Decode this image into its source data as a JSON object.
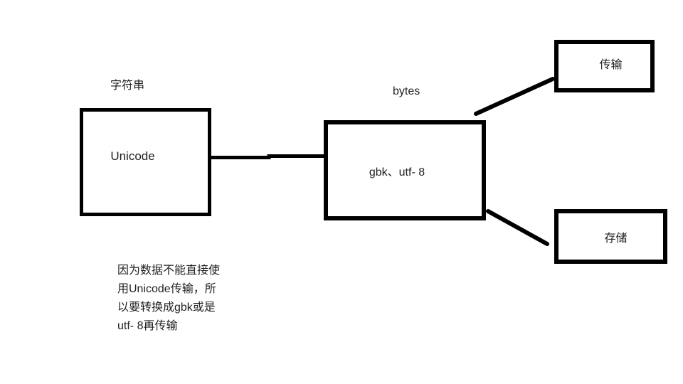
{
  "diagram": {
    "captions": {
      "string": "字符串",
      "bytes": "bytes"
    },
    "boxes": {
      "unicode": "Unicode",
      "encodings": "gbk、utf- 8",
      "transmit": "传输",
      "store": "存储"
    },
    "note_lines": [
      "因为数据不能直接使",
      "用Unicode传输，所",
      "以要转换成gbk或是",
      "utf- 8再传输"
    ],
    "colors": {
      "stroke": "#000000",
      "background": "#ffffff",
      "text": "#1f1f1f"
    }
  }
}
